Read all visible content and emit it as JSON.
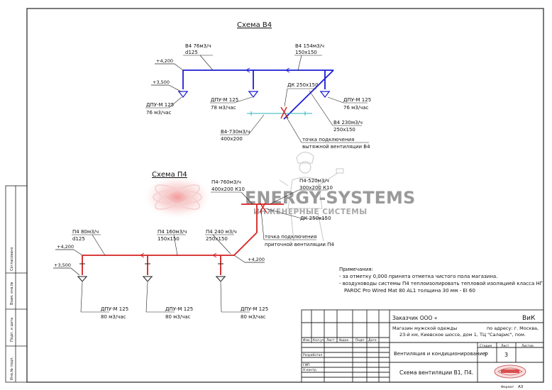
{
  "scheme_v4": {
    "title": "Схема В4",
    "main_label": [
      "В4  76м3/ч",
      "d125"
    ],
    "top_right_label": [
      "В4  154м3/ч",
      "150x150"
    ],
    "level_upper": "+4,200",
    "level_lower": "+3,500",
    "valve_left": [
      "ДПУ-М 125",
      "76 м3/час"
    ],
    "valve_mid": [
      "ДПУ-М 125",
      "78 м3/час"
    ],
    "valve_right": [
      "ДПУ-М 125",
      "76 м3/час"
    ],
    "damper": "ДК 250x150",
    "branch_label": [
      "В4 230м3/ч",
      "250x150"
    ],
    "lower_duct_label": [
      "В4-730м3/ч",
      "400x200"
    ],
    "connection_note": [
      "точка подключения",
      "вытяжной вентиляции В4"
    ]
  },
  "scheme_p4": {
    "title": "Схема П4",
    "main_label": [
      "П4  80м3/ч",
      "d125"
    ],
    "mid_label": [
      "П4  160м3/ч",
      "150x150"
    ],
    "right_label": [
      "П4  240 м3/ч",
      "250x150"
    ],
    "level_upper": "+4,200",
    "level_lower": "+3,500",
    "level_right": "+4,200",
    "upper_duct_label": [
      "П4-760м3/ч",
      "400x200 К10"
    ],
    "upper_right_label": [
      "П4-520м3/ч",
      "300x200 К10"
    ],
    "damper": "ДК 250x150",
    "connection_note": [
      "точка подключения",
      "приточной вентиляции П4"
    ],
    "valve_1": [
      "ДПУ-М 125",
      "80 м3/час"
    ],
    "valve_2": [
      "ДПУ-М 125",
      "80 м3/час"
    ],
    "valve_3": [
      "ДПУ-М 125",
      "80 м3/час"
    ]
  },
  "watermark": {
    "brand": "ENERGY-SYSTEMS",
    "tagline": "ИНЖЕНЕРНЫЕ СИСТЕМЫ"
  },
  "notes": {
    "heading": "Примечания:",
    "lines": [
      "- за отметку 0,000 принята отметка чистого пола магазина.",
      "- воздуховоды системы П4 теплоизолировать тепловой изоляцией класса НГ,",
      "PAROC Pro Wired Mat 80 AL1 толщина 30 мм - EI 60"
    ]
  },
  "title_block": {
    "customer": "Заказчик ООО «",
    "code": "ВиК",
    "project_desc": [
      "Магазин мужской одежды",
      "по адресу: г. Москва,",
      "23-й км, Киевское шоссе, дом 1, ТЦ \"Саларис\", пом."
    ],
    "col_headers": [
      "Изм.",
      "Кол.уч.",
      "Лист",
      "№док.",
      "Подп.",
      "Дата"
    ],
    "section": "Вентиляция и кондиционирование",
    "stage_headers": [
      "Стадия",
      "Лист",
      "Листов"
    ],
    "stage": "Р",
    "sheet": "3",
    "role_developed": "Разработал",
    "role_gip": "ГИП",
    "role_norm": "Н.контр.",
    "drawing_title": "Схема вентиляции В1, П4.",
    "format_label": "Формат",
    "format_value": "А3"
  },
  "side_stamps": [
    "Согласовано",
    "Взам. инв.№",
    "Подп. и дата",
    "Инв.№ подл."
  ]
}
